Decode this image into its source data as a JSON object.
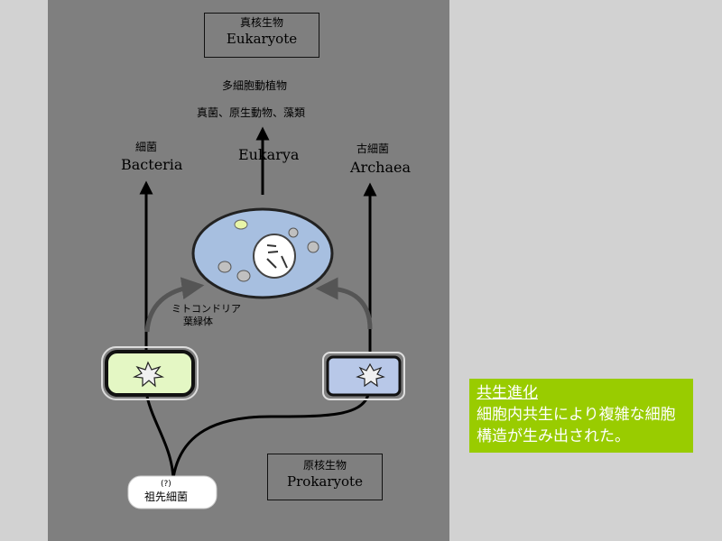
{
  "eukaryote_box": {
    "jp": "真核生物",
    "en": "Eukaryote"
  },
  "prokaryote_box": {
    "jp": "原核生物",
    "en": "Prokaryote"
  },
  "labels": {
    "multicellular": "多細胞動植物",
    "protists": "真菌、原生動物、藻類",
    "bacteria_jp": "細菌",
    "bacteria_en": "Bacteria",
    "eukarya_en": "Eukarya",
    "archaea_jp": "古細菌",
    "archaea_en": "Archaea",
    "organelle_1": "ミトコンドリア",
    "organelle_2": "葉緑体",
    "ancestor_q": "(?)",
    "ancestor": "祖先細菌"
  },
  "note": {
    "title": "共生進化",
    "body": "細胞内共生により複雑な細胞構造が生み出された。"
  },
  "colors": {
    "panel": "#7f7f7f",
    "note_bg": "#99cc00",
    "bacteria_cell": "#e4f7c4",
    "archaea_cell": "#b8c8e8",
    "eukarya_cell": "#a7bfe0",
    "chloroplast": "#e8f5a8",
    "mitochondria": "#c0c0c0"
  }
}
